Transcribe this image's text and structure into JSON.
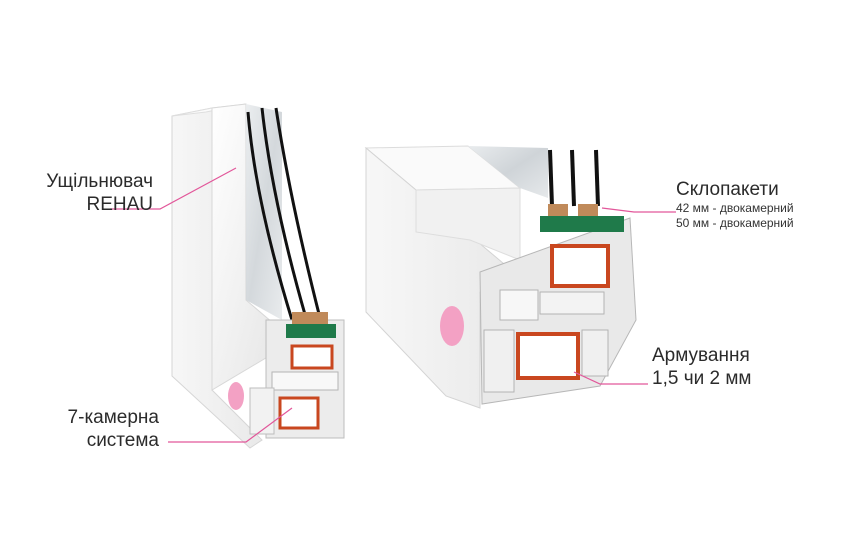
{
  "labels": {
    "seal": {
      "line1": "Ущільнювач",
      "line2": "REHAU"
    },
    "chambers": {
      "line1": "7-камерна",
      "line2": "система"
    },
    "glazing": {
      "title": "Склопакети",
      "spec1": "42 мм - двокамерний",
      "spec2": "50 мм - двокамерний"
    },
    "reinforcement": {
      "line1": "Армування",
      "line2": "1,5 чи 2 мм"
    }
  },
  "colors": {
    "leader_line": "#e2579a",
    "profile_white": "#f4f4f4",
    "profile_shadow": "#cfcfcf",
    "reinforcement_orange": "#c9471f",
    "seal_green": "#1f7a4a",
    "glass_tint": "#d9dcdf"
  }
}
